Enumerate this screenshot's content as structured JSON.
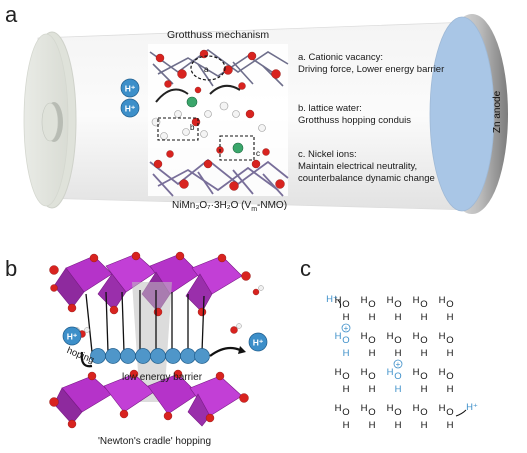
{
  "panel_a": {
    "letter": "a",
    "mechanism_title": "Grotthuss mechanism",
    "captions": [
      {
        "title": "a. Cationic vacancy:",
        "body": "Driving force, Lower energy barrier"
      },
      {
        "title": "b. lattice water:",
        "body": "Grotthuss hopping conduis"
      },
      {
        "title": "c. Nickel ions:",
        "body": "Maintain electrical neutrality,",
        "body2": "counterbalance dynamic change"
      }
    ],
    "formula": "NiMn₃O₇·3H₂O (V",
    "formula_sub": "m",
    "formula_end": "-NMO)",
    "anode_label": "Zn anode",
    "proton_label": "H⁺",
    "circle_labels": [
      "a",
      "b",
      "c"
    ]
  },
  "panel_b": {
    "letter": "b",
    "proton_label": "H⁺",
    "hopping_label": "hoping",
    "barrier_label": "low energy barrier",
    "caption": "'Newton's cradle' hopping"
  },
  "panel_c": {
    "letter": "c",
    "proton": "H⁺",
    "atom_o": "O",
    "atom_h": "H",
    "charge": "+"
  },
  "colors": {
    "proton_blue": "#3d8fc9",
    "oxygen_red": "#d8231f",
    "octahedra_purple": "#b533c9",
    "anode_blue": "#a9c6e6"
  }
}
